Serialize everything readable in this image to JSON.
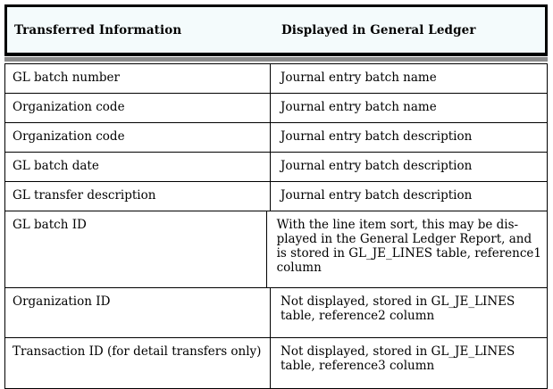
{
  "table": {
    "columns": [
      {
        "key": "transferred",
        "label": "Transferred Information"
      },
      {
        "key": "displayed",
        "label": "Displayed in General Ledger"
      }
    ],
    "header_background": "#f4fbfc",
    "border_color": "#000000",
    "separator_color": "#8a8a8a",
    "rows": [
      {
        "transferred": "GL batch number",
        "displayed_lines": [
          "Journal entry batch name"
        ]
      },
      {
        "transferred": "Organization code",
        "displayed_lines": [
          "Journal entry batch name"
        ]
      },
      {
        "transferred": "Organization code",
        "displayed_lines": [
          "Journal entry batch description"
        ]
      },
      {
        "transferred": "GL batch date",
        "displayed_lines": [
          "Journal entry batch description"
        ]
      },
      {
        "transferred": "GL transfer description",
        "displayed_lines": [
          "Journal entry batch description"
        ]
      },
      {
        "transferred": "GL batch ID",
        "displayed_lines": [
          "With the line item sort, this may be dis-",
          "played in the General Ledger Report, and",
          "is stored in GL_JE_LINES table, reference1",
          "column"
        ]
      },
      {
        "transferred": "Organization ID",
        "displayed_lines": [
          "Not displayed, stored in GL_JE_LINES",
          "table, reference2 column"
        ]
      },
      {
        "transferred": "Transaction ID (for detail transfers only)",
        "displayed_lines": [
          "Not displayed, stored in GL_JE_LINES",
          "table, reference3 column"
        ]
      }
    ]
  }
}
